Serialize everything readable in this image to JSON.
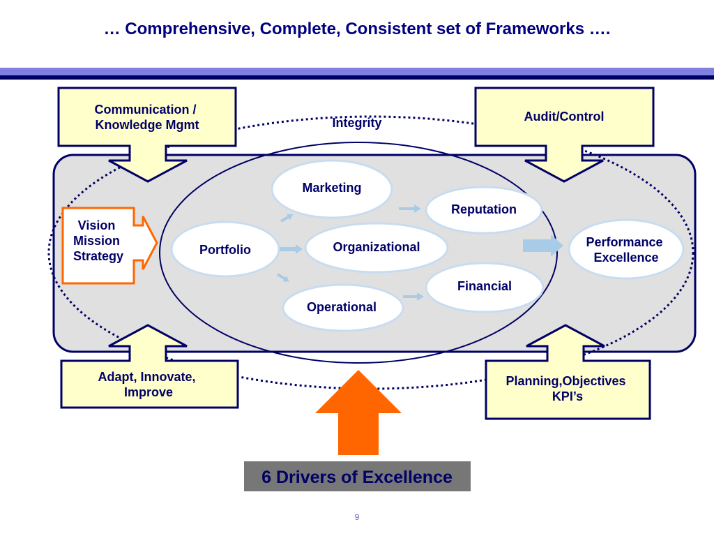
{
  "slide": {
    "title": "… Comprehensive, Complete, Consistent set of Frameworks ….",
    "page_number": "9"
  },
  "frameworks": {
    "communication": [
      "Communication /",
      "Knowledge Mgmt"
    ],
    "audit": "Audit/Control",
    "adapt": [
      "Adapt, Innovate,",
      "Improve"
    ],
    "planning": [
      "Planning,Objectives",
      "KPI’s"
    ],
    "integrity": "Integrity"
  },
  "vision": [
    "Vision",
    "Mission",
    "Strategy"
  ],
  "drivers": {
    "portfolio": "Portfolio",
    "marketing": "Marketing",
    "organizational": "Organizational",
    "operational": "Operational",
    "reputation": "Reputation",
    "financial": "Financial"
  },
  "outcome": [
    "Performance",
    "Excellence"
  ],
  "footer_label": "6 Drivers of Excellence",
  "colors": {
    "navy": "#000066",
    "title_blue": "#000080",
    "box_fill": "#ffffcc",
    "panel_fill": "#e0e0e0",
    "orange": "#ff6600",
    "bubble_stroke": "#c8dcf0",
    "arrow_light": "#a8cce8",
    "dark_label_bg": "#777777"
  }
}
